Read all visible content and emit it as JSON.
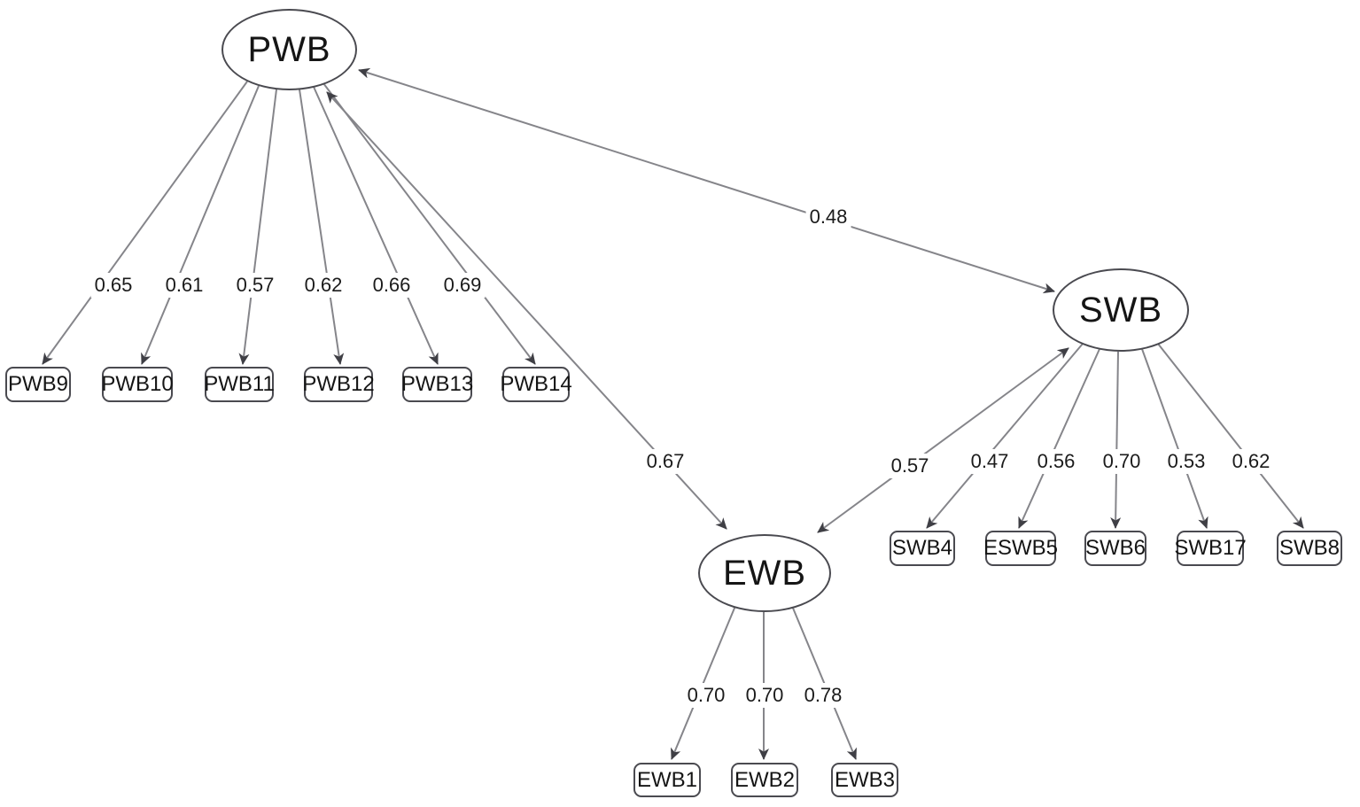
{
  "colors": {
    "background": "#ffffff",
    "shape_border": "#4a4a50",
    "line": "#85858a",
    "arrowhead": "#3f3f45",
    "text": "#151515"
  },
  "model": {
    "latents": [
      {
        "label": "PWB"
      },
      {
        "label": "SWB"
      },
      {
        "label": "EWB"
      }
    ],
    "correlations": [
      {
        "from": "PWB",
        "to": "SWB",
        "value": "0.48"
      },
      {
        "from": "PWB",
        "to": "EWB",
        "value": "0.67"
      },
      {
        "from": "EWB",
        "to": "SWB",
        "value": "0.57"
      }
    ],
    "groups": [
      {
        "latent": "PWB",
        "indicators": [
          {
            "label": "PWB9",
            "loading": "0.65"
          },
          {
            "label": "PWB10",
            "loading": "0.61"
          },
          {
            "label": "PWB11",
            "loading": "0.57"
          },
          {
            "label": "PWB12",
            "loading": "0.62"
          },
          {
            "label": "PWB13",
            "loading": "0.66"
          },
          {
            "label": "PWB14",
            "loading": "0.69"
          }
        ]
      },
      {
        "latent": "SWB",
        "indicators": [
          {
            "label": "SWB4",
            "loading": "0.47"
          },
          {
            "label": "ESWB5",
            "loading": "0.56"
          },
          {
            "label": "SWB6",
            "loading": "0.70"
          },
          {
            "label": "SWB17",
            "loading": "0.53"
          },
          {
            "label": "SWB8",
            "loading": "0.62"
          }
        ]
      },
      {
        "latent": "EWB",
        "indicators": [
          {
            "label": "EWB1",
            "loading": "0.70"
          },
          {
            "label": "EWB2",
            "loading": "0.70"
          },
          {
            "label": "EWB3",
            "loading": "0.78"
          }
        ]
      }
    ]
  }
}
